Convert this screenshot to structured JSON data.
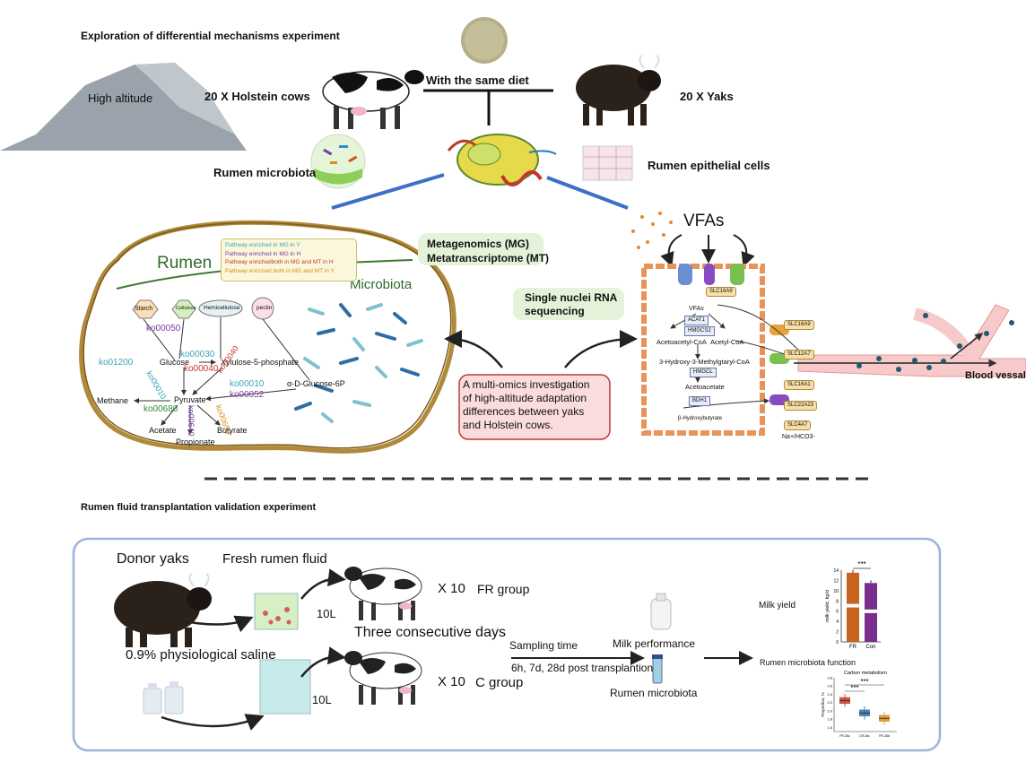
{
  "titles": {
    "section1": "Exploration of differential mechanisms experiment",
    "section2": "Rumen fluid transplantation validation experiment"
  },
  "top": {
    "high_altitude": "High altitude",
    "holstein": "20 X Holstein cows",
    "same_diet": "With the same",
    "diet": "diet",
    "yaks": "20 X Yaks",
    "rumen_microbiota": "Rumen microbiota",
    "epithelial_prefix": "Rumen",
    "epithelial_suffix": "epithelial cells"
  },
  "rumen": {
    "label": "Rumen",
    "microbiota": "Microbiota",
    "legend": [
      {
        "text": "Pathway enriched in MG in Y",
        "color": "#3aa6b4"
      },
      {
        "text": "Pathway enriched in MG in H",
        "color": "#7a3aa0"
      },
      {
        "text": "Pathway enrichedboth in MG and MT in H",
        "color": "#c0392b"
      },
      {
        "text": "Pathway enriched both in MG and MT in Y",
        "color": "#d98c1a"
      }
    ],
    "substrates": {
      "starch": "Starch",
      "cellulose": "Cellulose",
      "hemicellulose": "Hemicellulose",
      "pectin": "pectin"
    },
    "compounds": {
      "glucose": "Glucose",
      "xylulose": "Xylulose-5-phosphate",
      "glucose6p": "α-D-Glucose-6P",
      "pyruvate": "Pyruvate",
      "methane": "Methane",
      "acetate": "Acetate",
      "propionate": "Propionate",
      "butyrate": "Butyrate"
    },
    "kos": {
      "ko00050": "ko00050",
      "ko01200": "ko01200",
      "ko00030": "ko00030",
      "ko00040a": "ko00040",
      "ko00010a": "ko00010",
      "ko00040b": "ko00040",
      "ko00010b": "ko00010",
      "ko00052": "ko00052",
      "ko00680": "ko00680",
      "ko00640": "ko00640",
      "ko00650": "ko00650"
    }
  },
  "omics": {
    "mg": "Metagenomics (MG)",
    "mt": "Metatranscriptome (MT)",
    "snrna_line1": "Single nuclei RNA",
    "snrna_line2": "sequencing",
    "center_lines": [
      "A multi-omics investigation",
      "of high-altitude adaptation",
      "differences between yaks",
      "and Holstein cows."
    ]
  },
  "cell": {
    "vfas": "VFAs",
    "vfas_small": "VFAs",
    "slc16a9_top": "SLC16A9",
    "acat1": "ACAT1",
    "hmgcs2": "HMGCS2",
    "acetoacetyl": "Acetoacetyl-CoA",
    "acetyl": "Acetyl-CoA",
    "hmg": "3-Hydroxy-3-Methylgtaryl-CoA",
    "hmgcl": "HMGCL",
    "acetoacetate": "Acetoacetate",
    "bdh1": "BDH1",
    "bhb": "β-Hydroxybutyrate",
    "genes": [
      "SLC16A9",
      "SLC12A7",
      "SLC16A1",
      "SLC22A23",
      "SLC4A7"
    ],
    "na": "Na+/HCO3-",
    "blood": "Blood vessal"
  },
  "exp2": {
    "donor": "Donor yaks",
    "fresh": "Fresh rumen fluid",
    "x10fr": "X 10",
    "fr": "FR group",
    "tenL1": "10L",
    "three": "Three consecutive days",
    "saline": "0.9% physiological saline",
    "tenL2": "10L",
    "x10c": "X 10",
    "c": "C group",
    "sampling": "Sampling time",
    "times": "6h, 7d, 28d post transplantion",
    "milkperf": "Milk performance",
    "rumenmb": "Rumen microbiota",
    "milkyield": "Milk yield",
    "function": "Rumen microbiota function"
  },
  "chart_data": [
    {
      "type": "bar",
      "title": "",
      "ylabel": "milk yield, kg/d",
      "categories": [
        "FR",
        "Con"
      ],
      "values": [
        13.5,
        11.5
      ],
      "ylim": [
        0,
        14
      ],
      "yticks": [
        "14",
        "12",
        "10",
        "8",
        "6",
        "4",
        "2",
        "0"
      ],
      "significance": "***",
      "colors": [
        "#c8641e",
        "#7b2d8e"
      ]
    },
    {
      "type": "box",
      "title": "Carbon metabolism",
      "ylabel": "Proportion, %",
      "categories": [
        "FR-36c",
        "CR-36c",
        "FR-28d"
      ],
      "medians": [
        2.25,
        1.95,
        1.82
      ],
      "ylim": [
        1.5,
        2.8
      ],
      "yticks": [
        "2.8",
        "2.6",
        "2.4",
        "2.2",
        "2.0",
        "1.8",
        "1.6"
      ],
      "significance": [
        "***",
        "***"
      ],
      "colors": [
        "#c0392b",
        "#2e6da4",
        "#d98c1a"
      ]
    }
  ]
}
